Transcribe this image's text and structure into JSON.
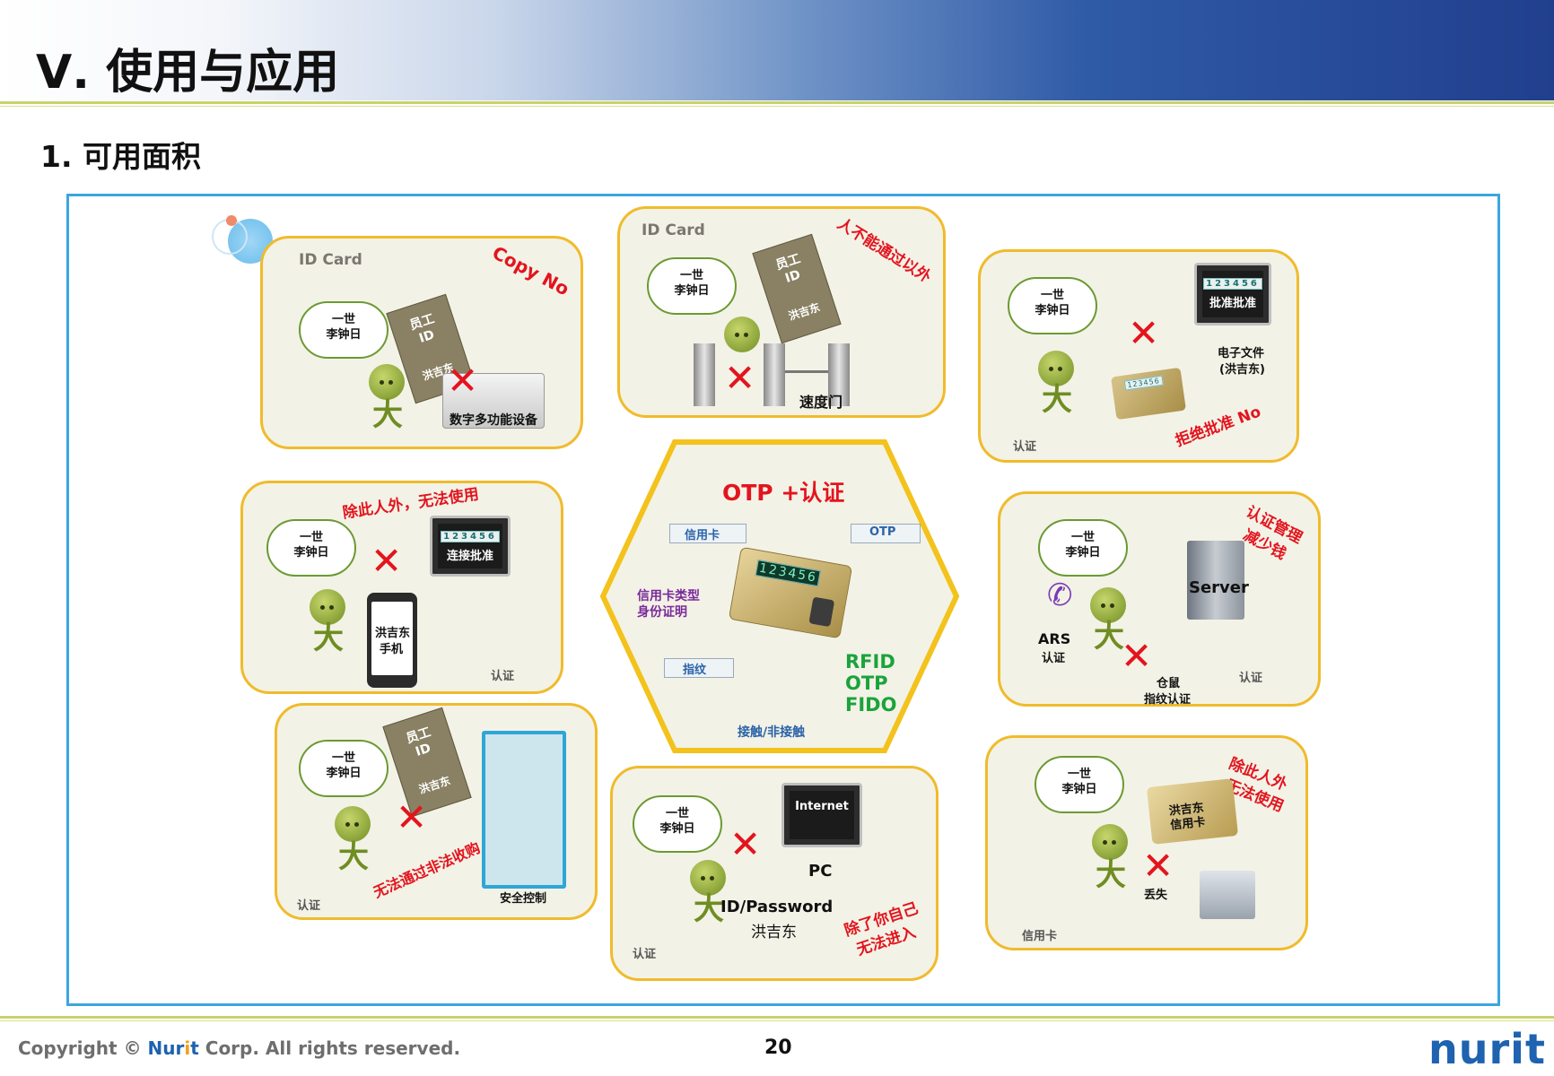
{
  "header": {
    "title": "Ⅴ. 使用与应用",
    "subtitle": "1. 可用面积"
  },
  "common": {
    "bubble_line1": "一世",
    "bubble_line2": "李钟日",
    "auth_label": "认证"
  },
  "panel_copy": {
    "label": "ID Card",
    "red_note": "Copy No",
    "card_lines": [
      "员工",
      "ID",
      "洪吉东"
    ],
    "device_label": "数字多功能设备"
  },
  "panel_gate": {
    "label": "ID Card",
    "red_note": "人不能通过以外",
    "card_lines": [
      "员工",
      "ID",
      "洪吉东"
    ],
    "device_label": "速度门"
  },
  "panel_approve": {
    "monitor_digits": "123456",
    "monitor_text": "批准批准",
    "doc_label_1": "电子文件",
    "doc_label_2": "(洪吉东)",
    "card_digits": "123456",
    "red_note": "拒绝批准 No",
    "auth_label": "认证"
  },
  "panel_phone": {
    "red_note": "除此人外，无法使用",
    "monitor_digits": "123456",
    "monitor_text": "连接批准",
    "phone_line1": "洪吉东",
    "phone_line2": "手机",
    "auth_label": "认证"
  },
  "panel_server": {
    "red_note_1": "认证管理",
    "red_note_2": "减少钱",
    "server_label": "Server",
    "ars_line1": "ARS",
    "ars_line2": "认证",
    "finger_line1": "仓鼠",
    "finger_line2": "指纹认证",
    "auth_label": "认证"
  },
  "panel_door": {
    "card_lines": [
      "员工",
      "ID",
      "洪吉东"
    ],
    "red_note": "无法通过非法收购",
    "door_label": "安全控制",
    "auth_label": "认证"
  },
  "panel_internet": {
    "monitor_text": "Internet",
    "pc_label": "PC",
    "id_label": "ID/Password",
    "name_label": "洪吉东",
    "red_note_1": "除了你自己",
    "red_note_2": "无法进入",
    "auth_label": "认证"
  },
  "panel_credit": {
    "red_note_1": "除此人外",
    "red_note_2": "无法使用",
    "card_line1": "洪吉东",
    "card_line2": "信用卡",
    "lost_label": "丢失",
    "bottom_label": "信用卡"
  },
  "center": {
    "title": "OTP +认证",
    "tag_credit": "信用卡",
    "tag_otp": "OTP",
    "tag_finger": "指纹",
    "desc_1": "信用卡类型",
    "desc_2": "身份证明",
    "card_digits": "123456",
    "tech": [
      "RFID",
      "OTP",
      "FIDO"
    ],
    "bottom": "接触/非接触"
  },
  "footer": {
    "copyright_pre": "Copyright © ",
    "brand_a": "Nur",
    "brand_b": "i",
    "brand_c": "t",
    "copyright_post": " Corp. All rights reserved.",
    "page": "20",
    "logo": "nurit"
  },
  "colors": {
    "panel_border": "#f0bb2c",
    "panel_fill": "#f3f2e6",
    "frame_border": "#3aa6e0",
    "accent_red": "#e3141e",
    "accent_green": "#1aa33c",
    "brand_blue": "#1e62b0"
  }
}
